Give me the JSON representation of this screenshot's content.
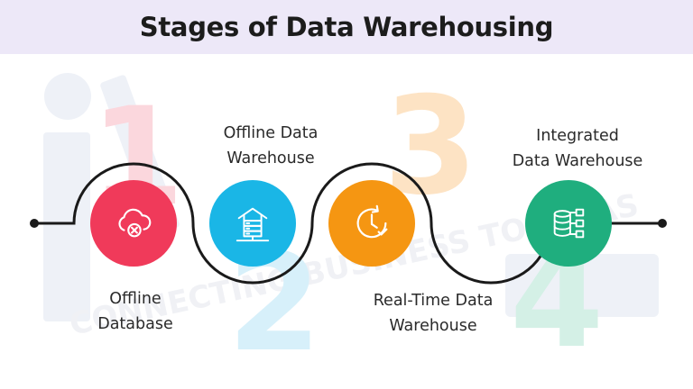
{
  "title": "Stages of Data Warehousing",
  "watermark_text": "CONNECTING BUSINESS TO IDEAS",
  "colors": {
    "title_bg": "#ede8f8",
    "line": "#1a1a1a",
    "stage1": "#f03a5a",
    "stage2": "#1ab6e6",
    "stage3": "#f59612",
    "stage4": "#1fae7e"
  },
  "stages": [
    {
      "number": "1",
      "label_line1": "Offline",
      "label_line2": "Database",
      "icon": "cloud-error-icon",
      "color": "#f03a5a"
    },
    {
      "number": "2",
      "label_line1": "Offline Data",
      "label_line2": "Warehouse",
      "icon": "house-server-icon",
      "color": "#1ab6e6"
    },
    {
      "number": "3",
      "label_line1": "Real-Time Data",
      "label_line2": "Warehouse",
      "icon": "clock-check-icon",
      "color": "#f59612"
    },
    {
      "number": "4",
      "label_line1": "Integrated",
      "label_line2": "Data Warehouse",
      "icon": "database-network-icon",
      "color": "#1fae7e"
    }
  ]
}
